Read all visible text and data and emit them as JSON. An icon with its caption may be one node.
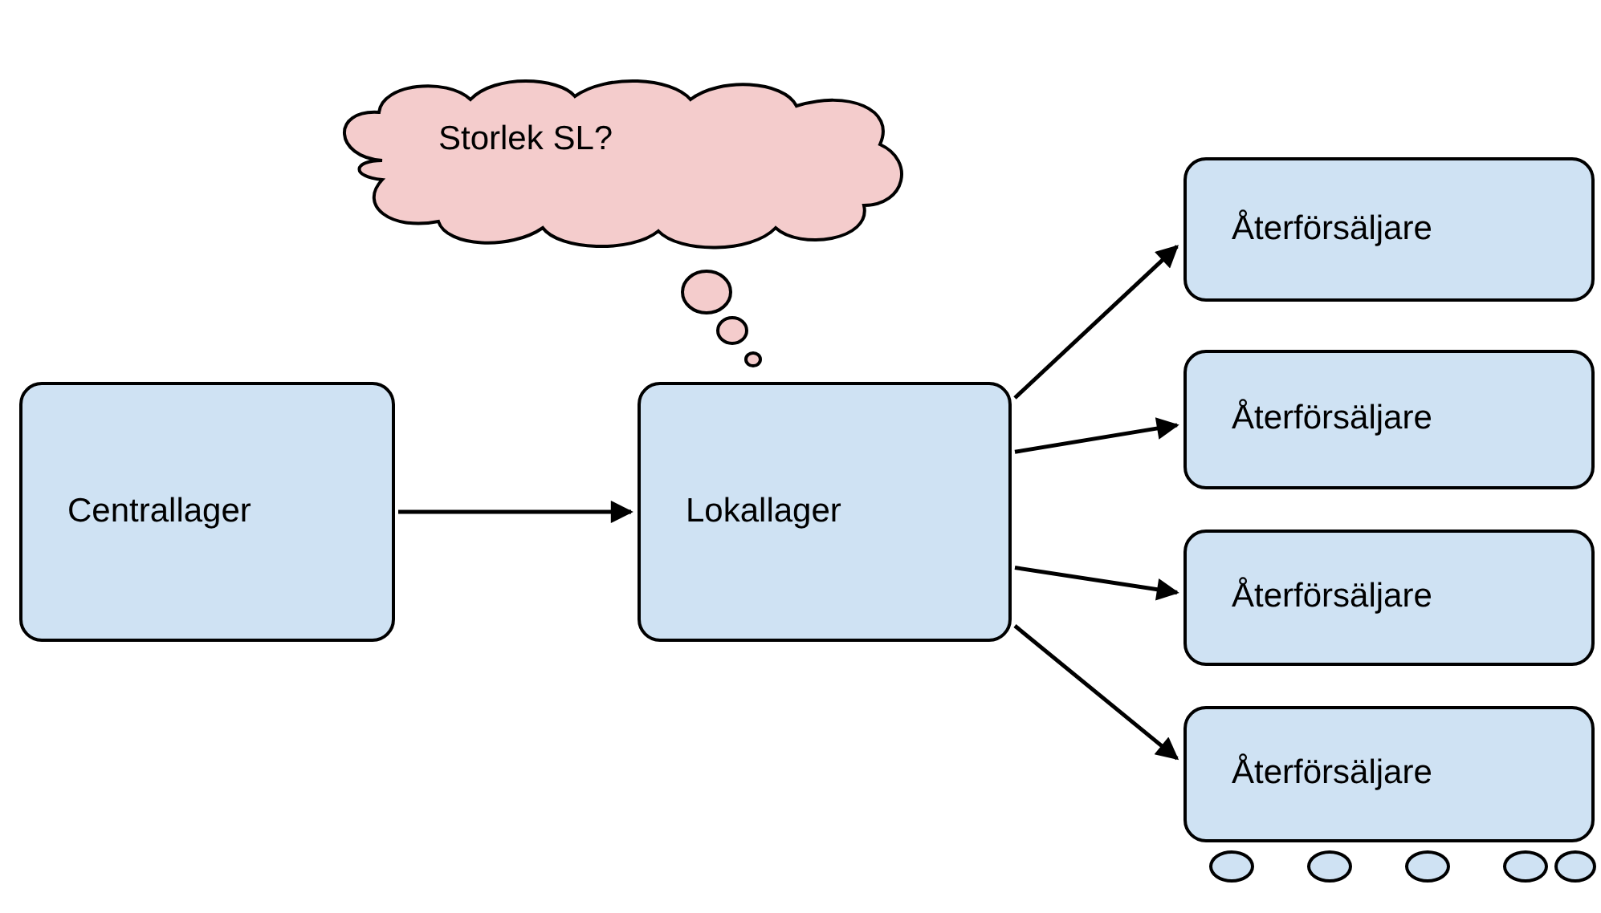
{
  "diagram": {
    "nodes": [
      {
        "text": [
          "Centrallager"
        ]
      },
      {
        "text": [
          "Lokallager"
        ]
      },
      {
        "text": [
          "Storlek SL?"
        ]
      },
      {
        "text": [
          "Återförsäljare"
        ]
      },
      {
        "text": [
          "Återförsäljare"
        ]
      },
      {
        "text": [
          "Återförsäljare"
        ]
      },
      {
        "text": [
          "Återförsäljare"
        ]
      },
      {
        "text": [],
        "shape": "circle"
      },
      {
        "text": [],
        "shape": "circle"
      },
      {
        "text": [],
        "shape": "circle"
      },
      {
        "text": [],
        "shape": "circle"
      },
      {
        "text": [],
        "shape": "circle"
      }
    ],
    "edges": [
      {
        "from": 0,
        "to": 1,
        "arrow": "to"
      },
      {
        "from": 1,
        "to": 3,
        "arrow": "to"
      },
      {
        "from": 1,
        "to": 4,
        "arrow": "to"
      },
      {
        "from": 1,
        "to": 5,
        "arrow": "to"
      },
      {
        "from": 1,
        "to": 6,
        "arrow": "to"
      }
    ]
  }
}
